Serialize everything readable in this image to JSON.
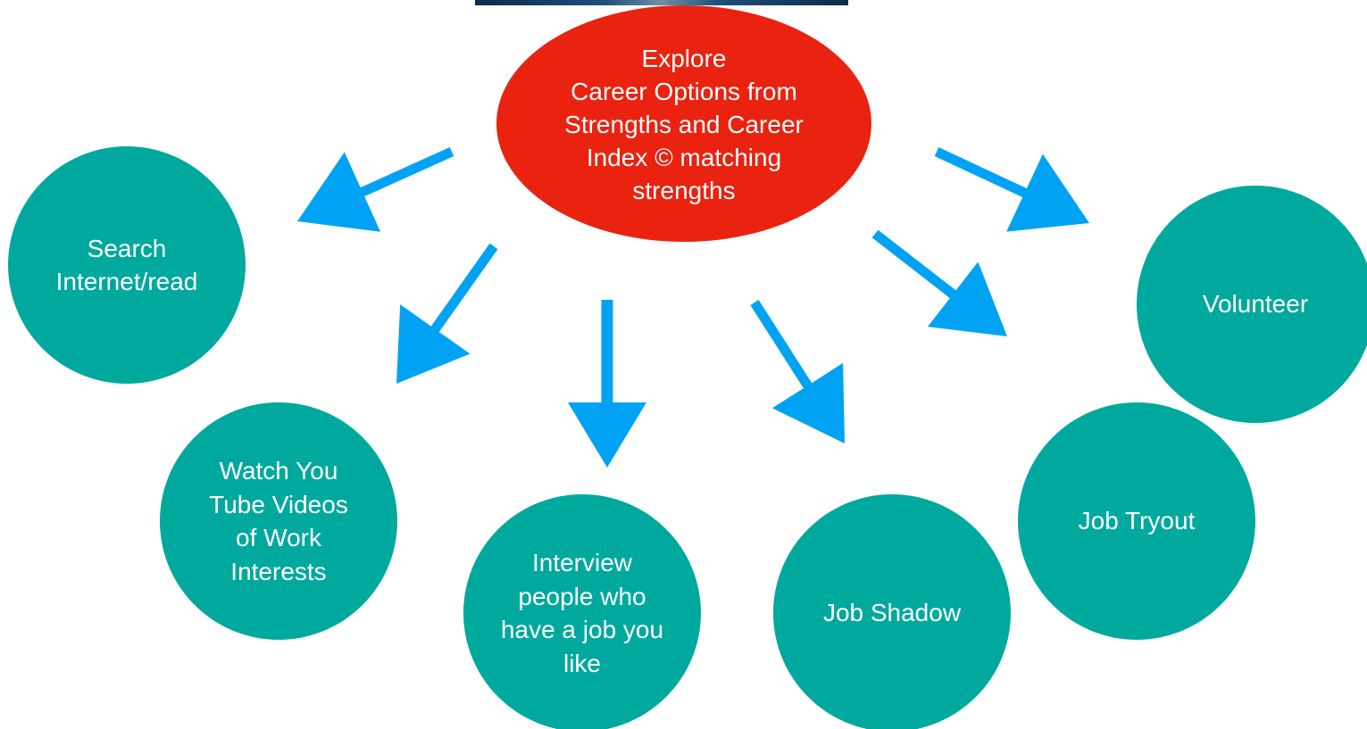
{
  "colors": {
    "center_fill": "#ea2210",
    "node_fill": "#00a99d",
    "arrow": "#00a3f4",
    "text": "#ffffff"
  },
  "center": {
    "label": "Explore\nCareer Options from\nStrengths and Career\nIndex © matching\nstrengths"
  },
  "nodes": [
    {
      "id": "search",
      "label": "Search\nInternet/read"
    },
    {
      "id": "youtube",
      "label": "Watch You\nTube Videos\nof Work\nInterests"
    },
    {
      "id": "interview",
      "label": "Interview\npeople who\nhave a job you\nlike"
    },
    {
      "id": "shadow",
      "label": "Job Shadow"
    },
    {
      "id": "tryout",
      "label": "Job Tryout"
    },
    {
      "id": "volunteer",
      "label": "Volunteer"
    }
  ]
}
